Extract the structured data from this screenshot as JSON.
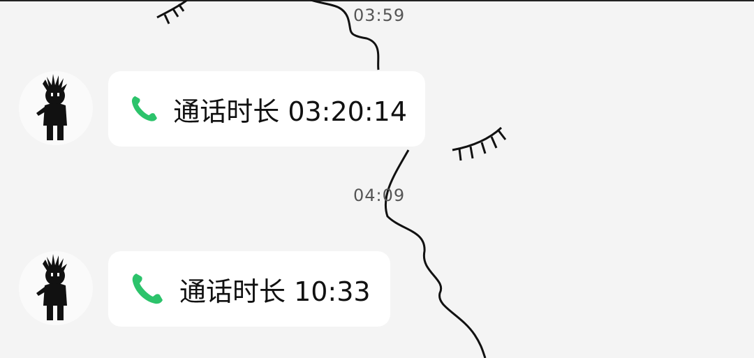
{
  "background_doodle": {
    "description": "line-art face profile",
    "stroke_color": "#111111"
  },
  "timestamps": [
    "03:59",
    "04:09"
  ],
  "messages": [
    {
      "icon": "phone-icon",
      "icon_color": "#2cc36b",
      "text": "通话时长 03:20:14",
      "avatar": "shadow-figure-avatar"
    },
    {
      "icon": "phone-icon",
      "icon_color": "#2cc36b",
      "text": "通话时长 10:33",
      "avatar": "shadow-figure-avatar"
    }
  ]
}
